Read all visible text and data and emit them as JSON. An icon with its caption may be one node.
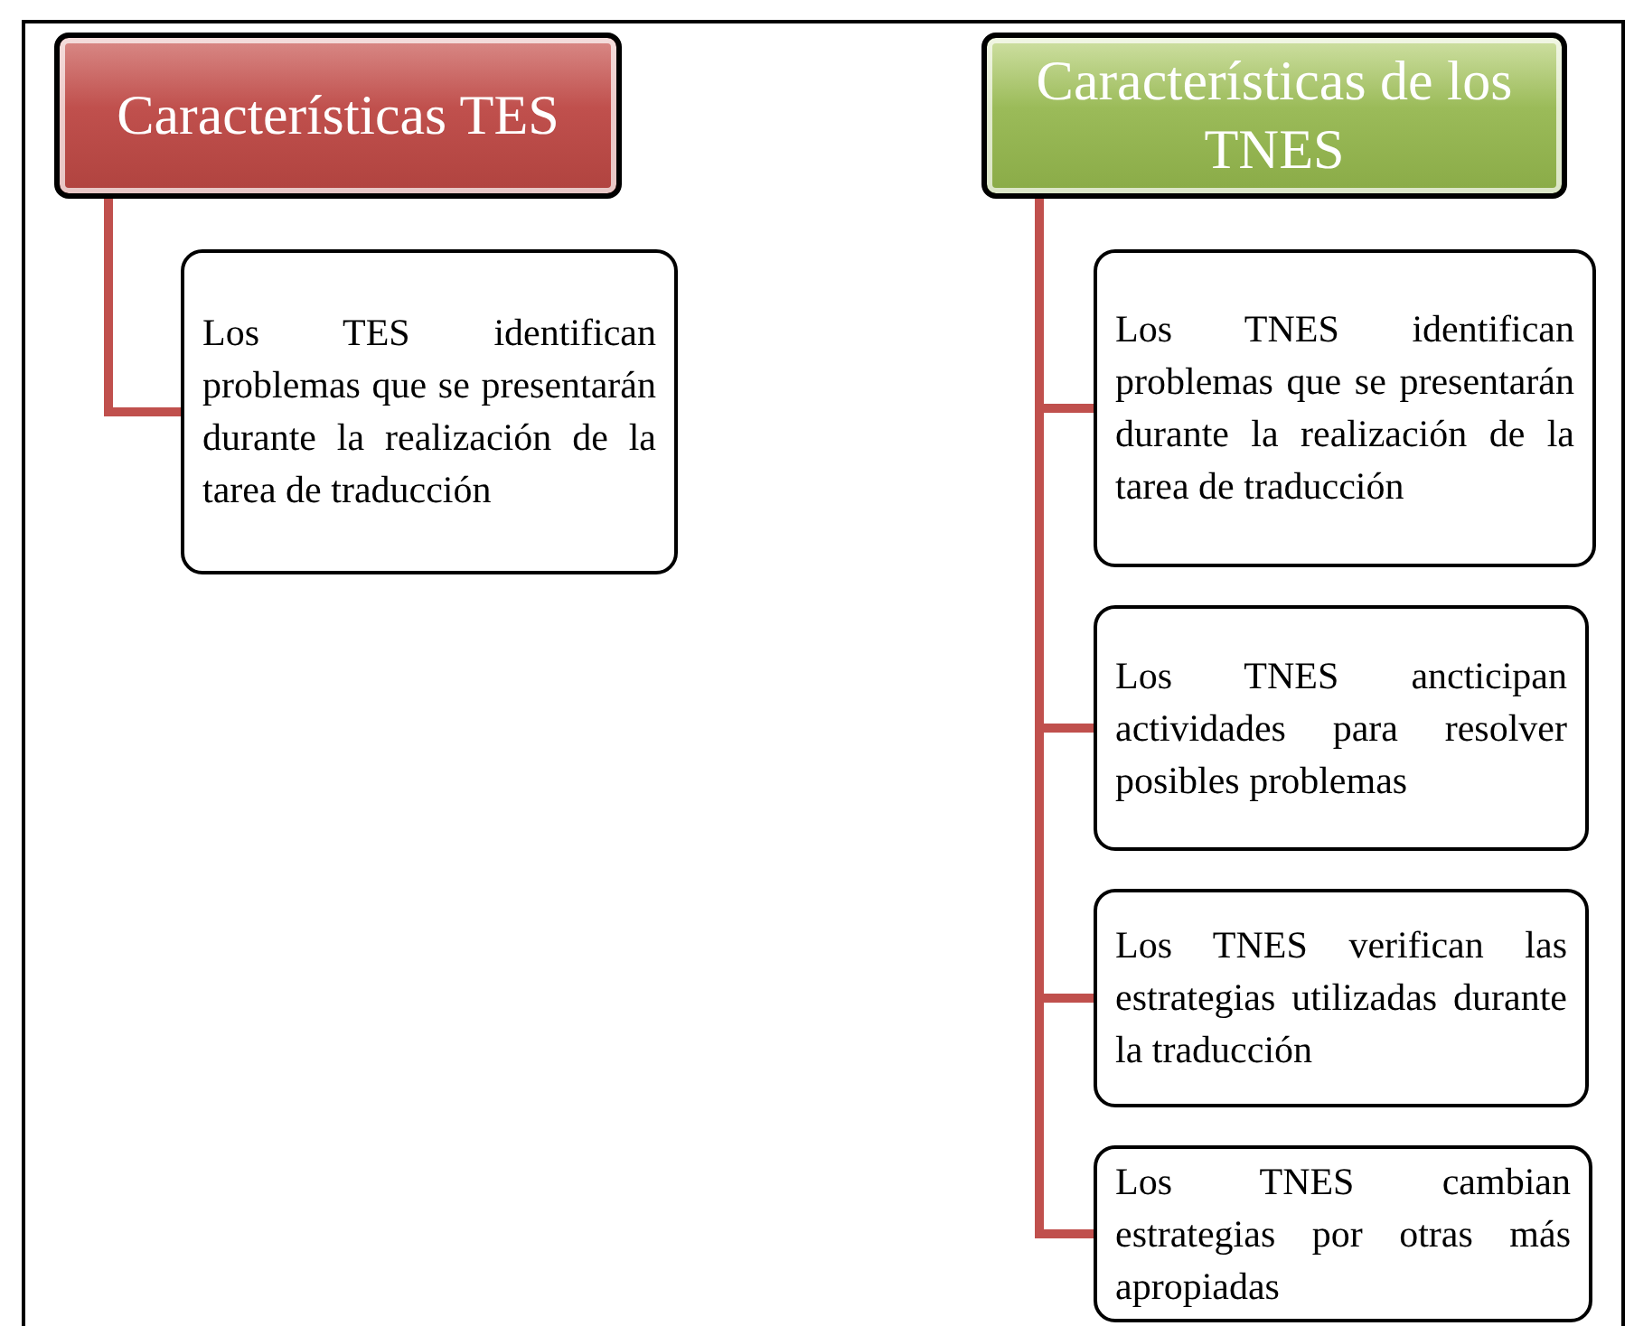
{
  "diagram": {
    "nodes": [
      {
        "text": [
          "Características TES"
        ]
      },
      {
        "text": [
          "Los TES identifican problemas que se presentarán durante la realización de la tarea de traducción"
        ]
      },
      {
        "text": [
          "Características de los TNES"
        ]
      },
      {
        "text": [
          "Los TNES identifican problemas que se presentarán durante la realización de la tarea de traducción"
        ]
      },
      {
        "text": [
          "Los TNES ancticipan actividades para resolver posibles problemas"
        ]
      },
      {
        "text": [
          "Los TNES verifican las estrategias utilizadas durante la traducción"
        ]
      },
      {
        "text": [
          "Los TNES cambian estrategias por otras más apropiadas"
        ]
      }
    ],
    "edges": [
      {
        "from": 0,
        "to": 1,
        "arrow": "none"
      },
      {
        "from": 2,
        "to": 3,
        "arrow": "none"
      },
      {
        "from": 2,
        "to": 4,
        "arrow": "none"
      },
      {
        "from": 2,
        "to": 5,
        "arrow": "none"
      },
      {
        "from": 2,
        "to": 6,
        "arrow": "none"
      }
    ]
  }
}
